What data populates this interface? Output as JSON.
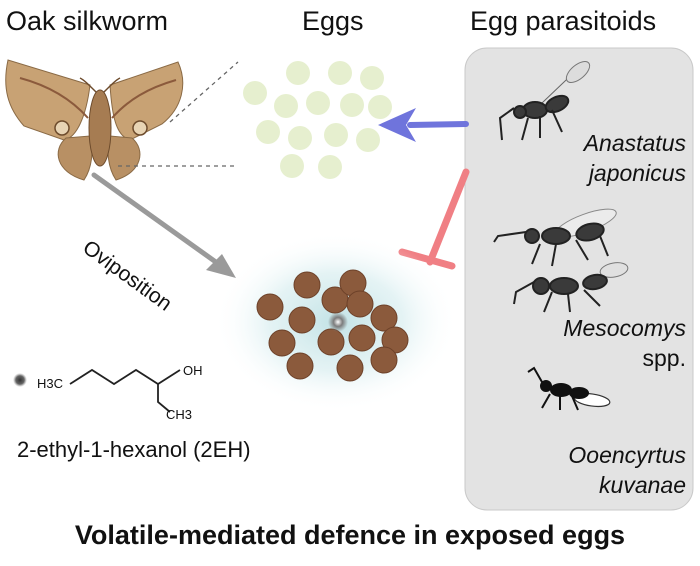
{
  "headings": {
    "organism": "Oak silkworm",
    "eggs": "Eggs",
    "parasitoids": "Egg parasitoids"
  },
  "arrow_label": "Oviposition",
  "parasitoid_species": [
    {
      "line1": "Anastatus",
      "line2": "japonicus"
    },
    {
      "line1": "Mesocomys",
      "line2": "spp."
    },
    {
      "line1": "Ooencyrtus",
      "line2": "kuvanae"
    }
  ],
  "chemical": {
    "left_group": "H3C",
    "right_group": "OH",
    "bottom_group": "CH3",
    "name": "2-ethyl-1-hexanol (2EH)"
  },
  "title": "Volatile-mediated defence in exposed eggs",
  "colors": {
    "attraction_arrow": "#6f74dc",
    "inhibition_bar": "#f07f84",
    "oviposition_arrow": "#9a9a9a",
    "panel_bg": "#e3e3e3",
    "fresh_egg": "#e6efcf",
    "laid_egg": "#8b5a3c",
    "halo": "#cfe6e8",
    "moth": "#c8a274"
  },
  "icons": [
    "moth-icon",
    "wasp-icon",
    "molecule-icon",
    "volatile-dot-icon"
  ]
}
